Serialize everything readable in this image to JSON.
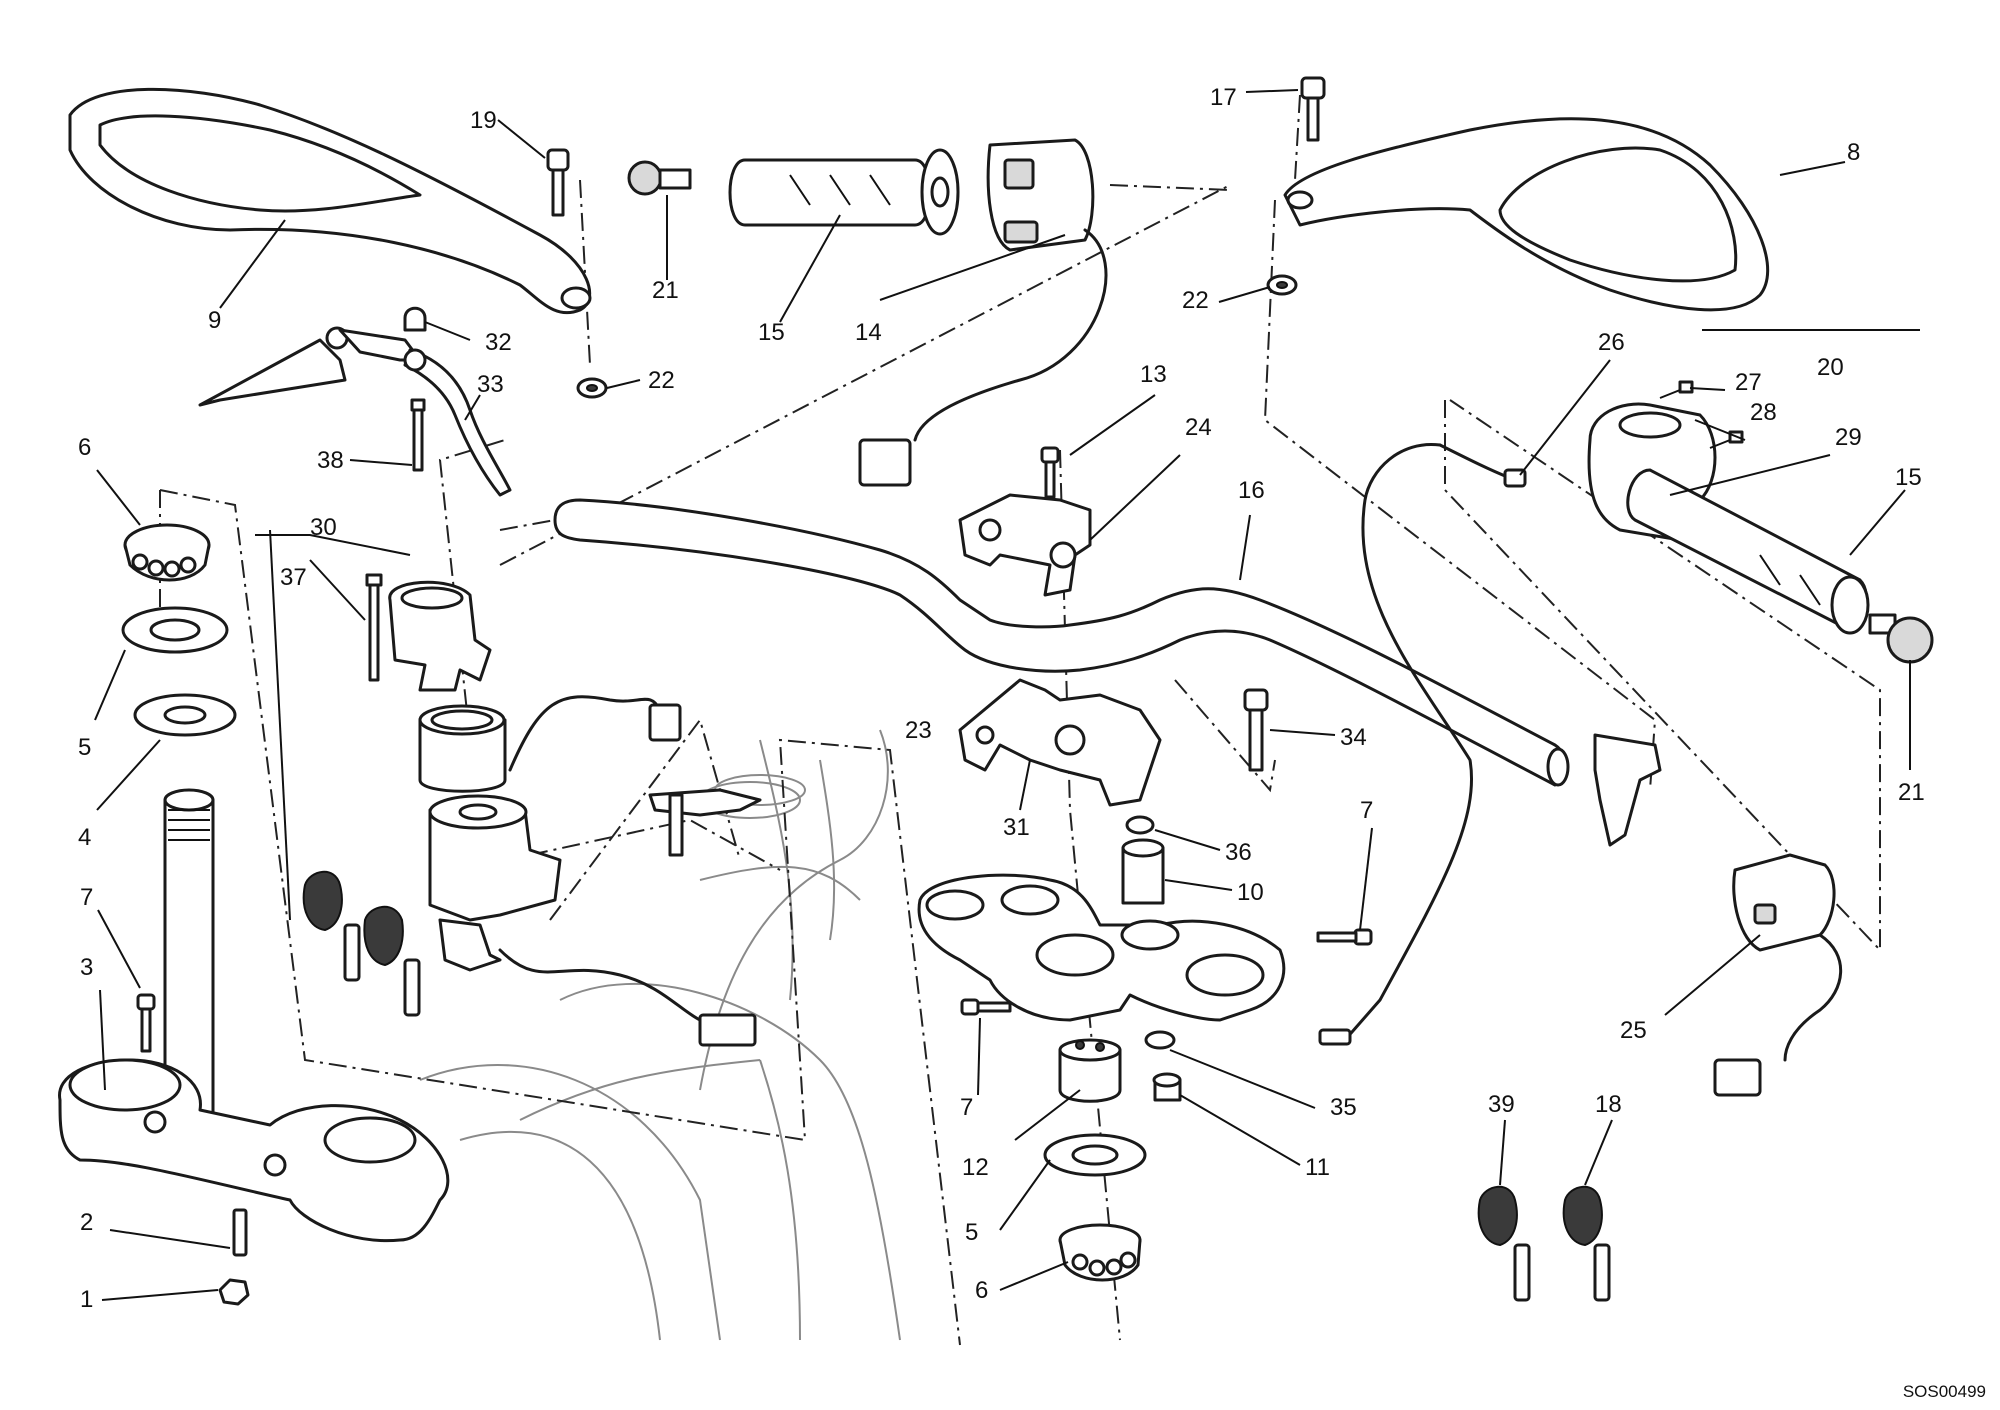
{
  "diagram_code": "SOS00499",
  "callouts": [
    {
      "id": "c-19",
      "text": "19"
    },
    {
      "id": "c-21a",
      "text": "21"
    },
    {
      "id": "c-15a",
      "text": "15"
    },
    {
      "id": "c-14",
      "text": "14"
    },
    {
      "id": "c-17",
      "text": "17"
    },
    {
      "id": "c-8",
      "text": "8"
    },
    {
      "id": "c-9",
      "text": "9"
    },
    {
      "id": "c-32",
      "text": "32"
    },
    {
      "id": "c-22a",
      "text": "22"
    },
    {
      "id": "c-22b",
      "text": "22"
    },
    {
      "id": "c-33",
      "text": "33"
    },
    {
      "id": "c-38",
      "text": "38"
    },
    {
      "id": "c-6a",
      "text": "6"
    },
    {
      "id": "c-30",
      "text": "30"
    },
    {
      "id": "c-37",
      "text": "37"
    },
    {
      "id": "c-5a",
      "text": "5"
    },
    {
      "id": "c-4",
      "text": "4"
    },
    {
      "id": "c-7a",
      "text": "7"
    },
    {
      "id": "c-3",
      "text": "3"
    },
    {
      "id": "c-2",
      "text": "2"
    },
    {
      "id": "c-1",
      "text": "1"
    },
    {
      "id": "c-13",
      "text": "13"
    },
    {
      "id": "c-24",
      "text": "24"
    },
    {
      "id": "c-16",
      "text": "16"
    },
    {
      "id": "c-26",
      "text": "26"
    },
    {
      "id": "c-27",
      "text": "27"
    },
    {
      "id": "c-20",
      "text": "20"
    },
    {
      "id": "c-28",
      "text": "28"
    },
    {
      "id": "c-29",
      "text": "29"
    },
    {
      "id": "c-15b",
      "text": "15"
    },
    {
      "id": "c-21b",
      "text": "21"
    },
    {
      "id": "c-23",
      "text": "23"
    },
    {
      "id": "c-34",
      "text": "34"
    },
    {
      "id": "c-31",
      "text": "31"
    },
    {
      "id": "c-36",
      "text": "36"
    },
    {
      "id": "c-10",
      "text": "10"
    },
    {
      "id": "c-7b",
      "text": "7"
    },
    {
      "id": "c-7c",
      "text": "7"
    },
    {
      "id": "c-12",
      "text": "12"
    },
    {
      "id": "c-35",
      "text": "35"
    },
    {
      "id": "c-11",
      "text": "11"
    },
    {
      "id": "c-5b",
      "text": "5"
    },
    {
      "id": "c-6b",
      "text": "6"
    },
    {
      "id": "c-25",
      "text": "25"
    },
    {
      "id": "c-39",
      "text": "39"
    },
    {
      "id": "c-18",
      "text": "18"
    }
  ]
}
